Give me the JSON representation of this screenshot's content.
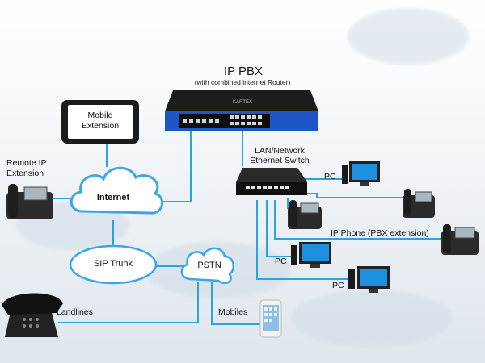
{
  "title": "IP PBX",
  "subtitle": "(with combined internet Router)",
  "router_brand": "KARTEX",
  "nodes": {
    "mobile_extension": "Mobile\nExtension",
    "remote_ip_extension": "Remote IP\nExtension",
    "internet": "Internet",
    "sip_trunk": "SIP Trunk",
    "pstn": "PSTN",
    "landlines": "Landlines",
    "mobiles": "Mobiles",
    "switch": "LAN/Network\nEthernet Switch",
    "pc_1": "PC",
    "pc_2": "PC",
    "pc_3": "PC",
    "ip_phone": "IP Phone (PBX extension)"
  },
  "colors": {
    "link": "#2aa3e0",
    "router_blue": "#1e56c8",
    "cloud_stroke": "#3aa6e6"
  }
}
